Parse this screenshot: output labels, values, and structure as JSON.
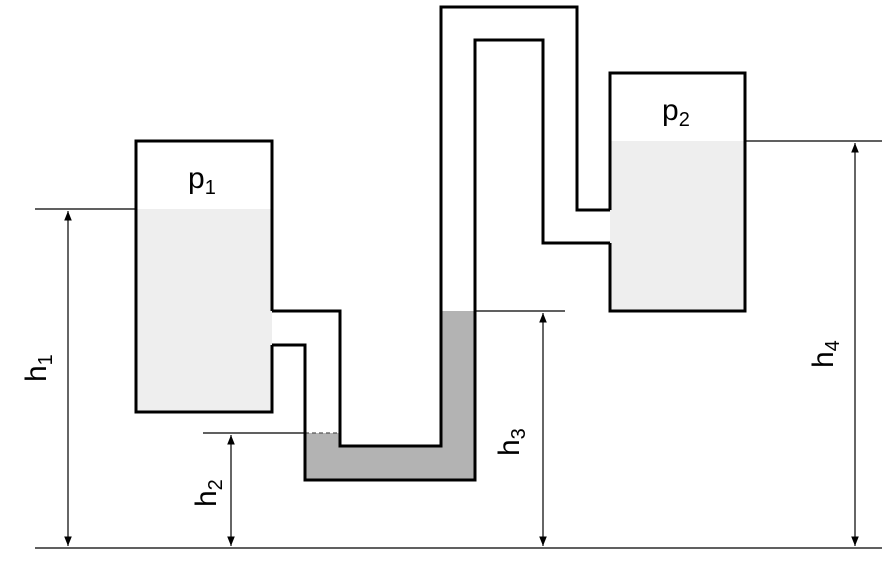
{
  "colors": {
    "tank_liquid": "#eeeeee",
    "manometer_liquid": "#b3b3b3",
    "line": "#000000"
  },
  "labels": {
    "p1": {
      "base": "p",
      "sub": "1"
    },
    "p2": {
      "base": "p",
      "sub": "2"
    },
    "h1": {
      "base": "h",
      "sub": "1"
    },
    "h2": {
      "base": "h",
      "sub": "2"
    },
    "h3": {
      "base": "h",
      "sub": "3"
    },
    "h4": {
      "base": "h",
      "sub": "4"
    }
  }
}
